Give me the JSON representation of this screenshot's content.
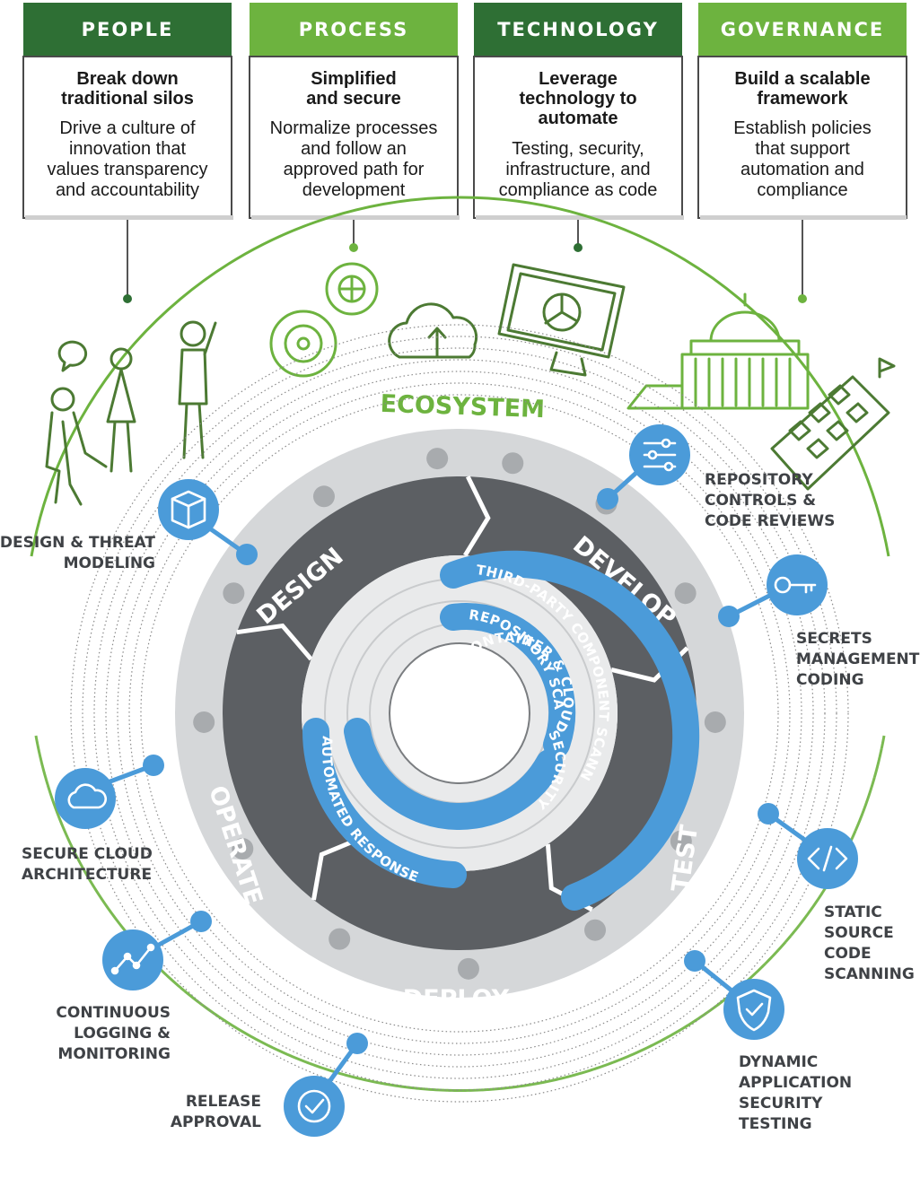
{
  "pillars": [
    {
      "heading": "PEOPLE",
      "title": "Break down traditional silos",
      "title_lines": [
        "Break down",
        "traditional silos"
      ],
      "body_lines": [
        "Drive a culture of",
        "innovation that",
        "values transparency",
        "and accountability"
      ]
    },
    {
      "heading": "PROCESS",
      "title": "Simplified and secure",
      "title_lines": [
        "Simplified",
        "and secure"
      ],
      "body_lines": [
        "Normalize processes",
        "and follow an",
        "approved path for",
        "development"
      ]
    },
    {
      "heading": "TECHNOLOGY",
      "title": "Leverage technology to automate",
      "title_lines": [
        "Leverage",
        "technology to",
        "automate"
      ],
      "body_lines": [
        "Testing, security,",
        "infrastructure, and",
        "compliance as code"
      ]
    },
    {
      "heading": "GOVERNANCE",
      "title": "Build a scalable framework",
      "title_lines": [
        "Build a scalable",
        "framework"
      ],
      "body_lines": [
        "Establish policies",
        "that support",
        "automation and",
        "compliance"
      ]
    }
  ],
  "ecosystem_label": "ECOSYSTEM",
  "phases": {
    "design": "DESIGN",
    "develop": "DEVELOP",
    "test": "TEST",
    "deploy": "DEPLOY",
    "operate": "OPERATE"
  },
  "inner_bands": {
    "third_party": "THIRD-PARTY COMPONENT SCANNING",
    "repository": "REPOSITORY SCANNING",
    "container": "CONTAINER & CLOUD SECURITY",
    "automated": "AUTOMATED RESPONSE"
  },
  "practices": {
    "repo_controls": [
      "REPOSITORY",
      "CONTROLS &",
      "CODE REVIEWS"
    ],
    "secrets": [
      "SECRETS",
      "MANAGEMENT",
      "CODING"
    ],
    "static_scan": [
      "STATIC",
      "SOURCE",
      "CODE",
      "SCANNING"
    ],
    "dast": [
      "DYNAMIC",
      "APPLICATION",
      "SECURITY",
      "TESTING"
    ],
    "release": [
      "RELEASE",
      "APPROVAL"
    ],
    "logging": [
      "CONTINUOUS",
      "LOGGING &",
      "MONITORING"
    ],
    "cloud_arch": [
      "SECURE CLOUD",
      "ARCHITECTURE"
    ],
    "design_threat": [
      "DESIGN & THREAT",
      "MODELING"
    ]
  },
  "icons": {
    "repo_controls": "sliders-icon",
    "secrets": "key-icon",
    "static_scan": "code-brackets-icon",
    "dast": "shield-check-icon",
    "release": "checkmark-circle-icon",
    "logging": "line-graph-icon",
    "cloud_arch": "cloud-icon",
    "design_threat": "cube-icon"
  },
  "colors": {
    "dark_green": "#2e6f34",
    "light_green": "#6db33f",
    "blue": "#4b9bd9",
    "dark_gray": "#5c5f63",
    "light_gray": "#d5d7d9",
    "label_gray": "#3f4246"
  }
}
